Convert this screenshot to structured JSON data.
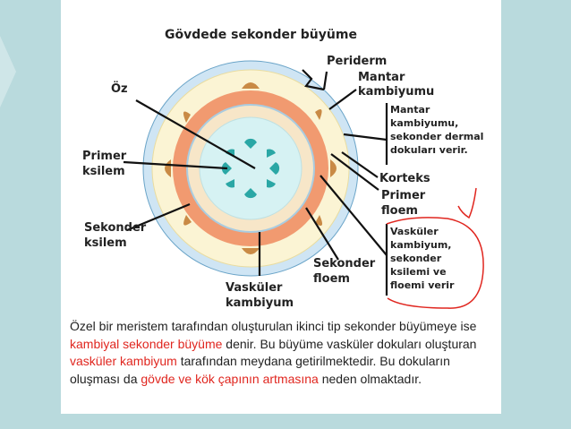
{
  "diagram": {
    "title": "Gövdede sekonder büyüme",
    "labels": {
      "periderm": "Periderm",
      "mantar_l1": "Mantar",
      "mantar_l2": "kambiyumu",
      "oz": "Öz",
      "note1_l1": "Mantar",
      "note1_l2": "kambiyumu,",
      "note1_l3": "sekonder dermal",
      "note1_l4": "dokuları verir.",
      "primer_ksilem_l1": "Primer",
      "primer_ksilem_l2": "ksilem",
      "korteks": "Korteks",
      "primer_floem_l1": "Primer",
      "primer_floem_l2": "floem",
      "sekonder_ksilem_l1": "Sekonder",
      "sekonder_ksilem_l2": "ksilem",
      "note2_l1": "Vasküler",
      "note2_l2": "kambiyum,",
      "note2_l3": "sekonder",
      "note2_l4": "ksilemi ve",
      "note2_l5": "floemi verir",
      "sekonder_floem_l1": "Sekonder",
      "sekonder_floem_l2": "floem",
      "vaskuler_kambiyum_l1": "Vasküler",
      "vaskuler_kambiyum_l2": "kambiyum"
    }
  },
  "caption": {
    "p1": "Özel bir meristem tarafından oluşturulan ikinci tip sekonder büyümeye ise ",
    "h1": "kambiyal sekonder büyüme",
    "p2": " denir. Bu büyüme vasküler dokuları oluşturan ",
    "h2": "vasküler kambiyum",
    "p3": " tarafından meydana getirilmektedir. Bu dokuların oluşması da ",
    "h3": "gövde ve kök çapının artmasına",
    "p4": " neden olmaktadır."
  },
  "colors": {
    "background": "#b9dadd",
    "highlight": "#e0261f",
    "annotation_red": "#e0261f",
    "periderm_ring": "#cfe5f4",
    "cortex": "#fbf4d4",
    "phloem_ring": "#f19a70",
    "xylem_ring": "#f7e6c8",
    "pith": "#d6f2f3",
    "primary_xylem": "#2aa7a5",
    "primary_phloem": "#c98a45"
  }
}
